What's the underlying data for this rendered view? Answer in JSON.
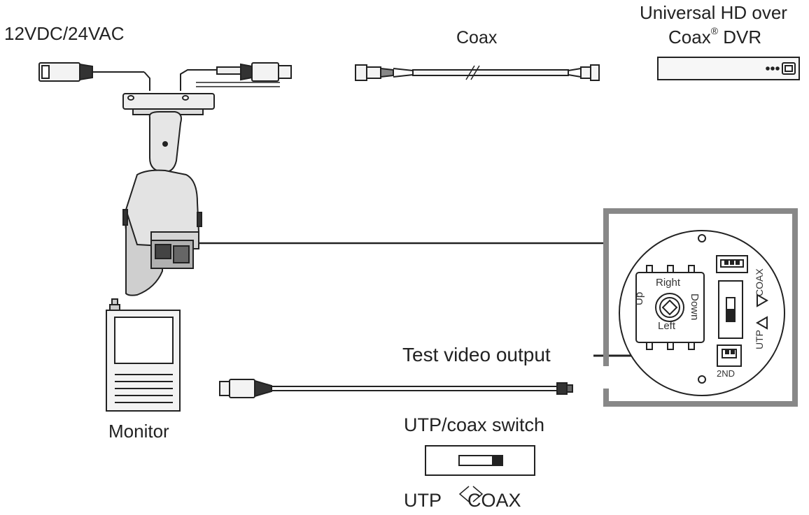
{
  "labels": {
    "power": "12VDC/24VAC",
    "coax": "Coax",
    "dvr_line1": "Universal HD over",
    "dvr_line2": "Coax",
    "dvr_registered": "®",
    "dvr_line2_suffix": " DVR",
    "test_output": "Test video output",
    "monitor": "Monitor",
    "switch_title": "UTP/coax switch",
    "switch_utp": "UTP",
    "switch_coax": "COAX"
  },
  "board": {
    "joystick_right": "Right",
    "joystick_left": "Left",
    "joystick_up": "Up",
    "joystick_down": "Down",
    "switch_coax": "COAX",
    "switch_utp": "UTP",
    "connector": "2ND"
  },
  "colors": {
    "line": "#222222",
    "frame": "#888888",
    "device_fill": "#f3f3f3",
    "camera_fill": "#dcdcdc"
  }
}
